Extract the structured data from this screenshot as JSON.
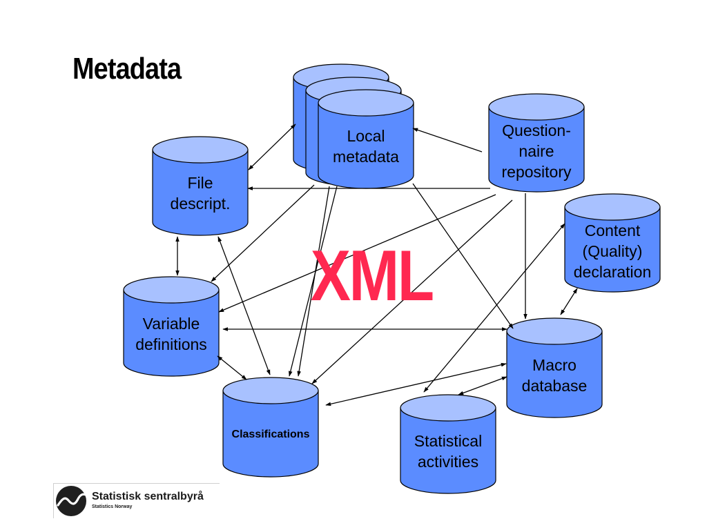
{
  "slide": {
    "title": "Metadata",
    "watermark": "XML"
  },
  "colors": {
    "cylinder_fill": "#5b8cff",
    "cylinder_top": "#a8c1ff",
    "cylinder_stroke": "#000000",
    "watermark": "#ff2850",
    "arrow": "#000000"
  },
  "nodes": {
    "local_metadata": "Local\nmetadata",
    "file_descript": "File\ndescript.",
    "questionnaire_repository": "Question-\nnaire\nrepository",
    "content_quality_declaration": "Content\n(Quality)\ndeclaration",
    "variable_definitions": "Variable\ndefinitions",
    "classifications": "Classifications",
    "macro_database": "Macro\ndatabase",
    "statistical_activities": "Statistical\nactivities"
  },
  "logo": {
    "name": "Statistisk sentralbyrå",
    "subtitle": "Statistics Norway",
    "icon": "wave-logo-icon"
  }
}
